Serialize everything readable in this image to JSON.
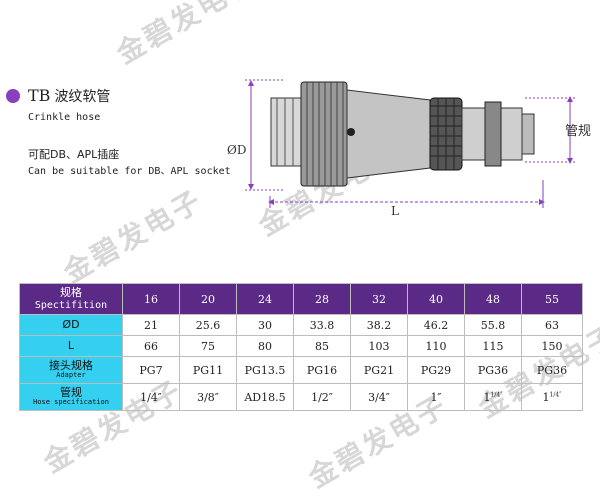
{
  "product": {
    "code": "TB",
    "name_cn": "波纹软管",
    "name_en": "Crinkle hose",
    "note_cn": "可配DB、APL插座",
    "note_en": "Can be suitable for DB、APL socket"
  },
  "drawing": {
    "dim_diameter": "ØD",
    "dim_length": "L",
    "dim_hose": "管规"
  },
  "watermark": "金碧发电子",
  "colors": {
    "header_bg": "#5b2a86",
    "label_bg": "#35cff0",
    "accent": "#8a3fbf"
  },
  "table": {
    "spec_label_cn": "规格",
    "spec_label_en": "Spectifition",
    "sizes": [
      "16",
      "20",
      "24",
      "28",
      "32",
      "40",
      "48",
      "55"
    ],
    "rows": [
      {
        "label_cn": "ØD",
        "label_en": "",
        "values": [
          "21",
          "25.6",
          "30",
          "33.8",
          "38.2",
          "46.2",
          "55.8",
          "63"
        ]
      },
      {
        "label_cn": "L",
        "label_en": "",
        "values": [
          "66",
          "75",
          "80",
          "85",
          "103",
          "110",
          "115",
          "150"
        ]
      },
      {
        "label_cn": "接头规格",
        "label_en": "Adapter",
        "values": [
          "PG7",
          "PG11",
          "PG13.5",
          "PG16",
          "PG21",
          "PG29",
          "PG36",
          "PG36"
        ]
      },
      {
        "label_cn": "管规",
        "label_en": "Hose specification",
        "values": [
          "1/4″",
          "3/8″",
          "AD18.5",
          "1/2″",
          "3/4″",
          "1″",
          "1",
          "1"
        ],
        "sups": [
          "",
          "",
          "",
          "",
          "",
          "",
          "1/4″",
          "1/4″"
        ]
      }
    ]
  }
}
